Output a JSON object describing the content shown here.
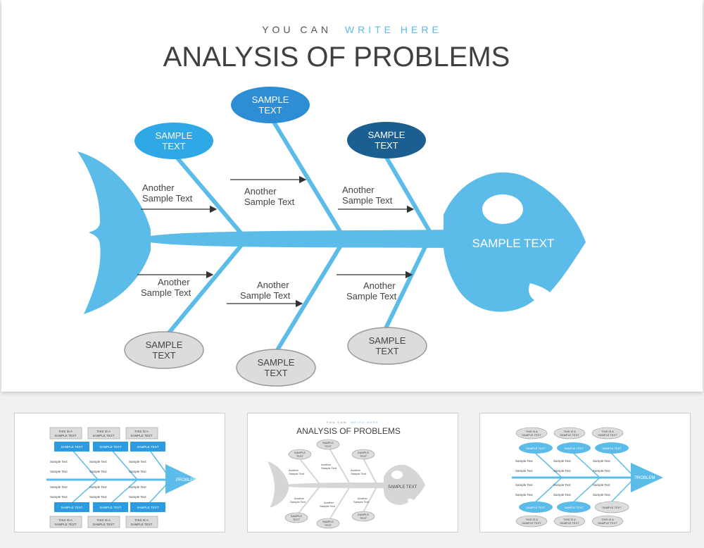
{
  "slide": {
    "subtitle_part1": "YOU CAN",
    "subtitle_part2": "WRITE HERE",
    "title": "ANALYSIS OF PROBLEMS",
    "head_label": "SAMPLE TEXT",
    "nodes": {
      "top_left": [
        "SAMPLE",
        "TEXT"
      ],
      "top_mid": [
        "SAMPLE",
        "TEXT"
      ],
      "top_right": [
        "SAMPLE",
        "TEXT"
      ],
      "bot_left": [
        "SAMPLE",
        "TEXT"
      ],
      "bot_mid": [
        "SAMPLE",
        "TEXT"
      ],
      "bot_right": [
        "SAMPLE",
        "TEXT"
      ]
    },
    "causes": {
      "c1": [
        "Another",
        "Sample Text"
      ],
      "c2": [
        "Another",
        "Sample Text"
      ],
      "c3": [
        "Another",
        "Sample Text"
      ],
      "c4": [
        "Another",
        "Sample Text"
      ],
      "c5": [
        "Another",
        "Sample Text"
      ],
      "c6": [
        "Another",
        "Sample Text"
      ]
    },
    "colors": {
      "fish": "#5bbce9",
      "node_blue": "#2d9be0",
      "node_dark": "#1b5f92",
      "node_grey": "#d9d9d9",
      "title": "#404040",
      "accent": "#5bbce9"
    }
  },
  "thumb1": {
    "box_top_grey": [
      "THIS IS A",
      "SAMPLE TEXT"
    ],
    "box_blue": "SAMPLE TEXT",
    "cause": "Sample Text",
    "head": "PROBLEM",
    "box_bot_grey": [
      "THIS IS A",
      "SAMPLE TEXT"
    ]
  },
  "thumb2": {
    "subtitle_part1": "YOU CAN",
    "subtitle_part2": "WRITE HERE",
    "title": "ANALYSIS OF PROBLEMS",
    "node": [
      "SAMPLE",
      "TEXT"
    ],
    "cause": [
      "Another",
      "Sample Text"
    ],
    "head": "SAMPLE TEXT"
  },
  "thumb3": {
    "oval_grey": [
      "THIS IS A",
      "SAMPLE TEXT"
    ],
    "oval_blue": "SAMPLE TEXT",
    "cause": "Sample Text",
    "head": "PROBLEM"
  }
}
